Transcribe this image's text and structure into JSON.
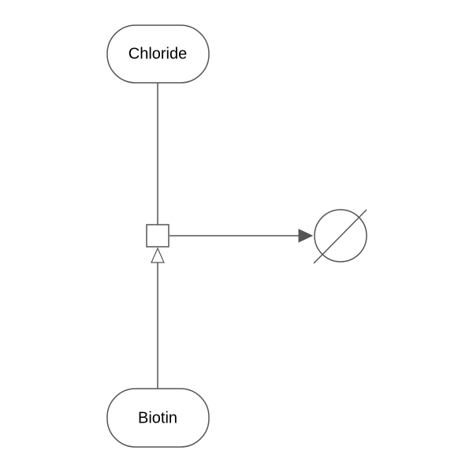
{
  "colors": {
    "background": "#ffffff",
    "stroke": "#555555",
    "arrowhead_fill": "#555555",
    "node_fill": "#ffffff",
    "label": "#000000"
  },
  "nodes": {
    "top": {
      "label": "Chloride",
      "shape": "macromolecule-pill"
    },
    "bottom": {
      "label": "Biotin",
      "shape": "macromolecule-pill"
    },
    "process": {
      "shape": "process-square"
    },
    "sink": {
      "shape": "source-sink-empty-set-icon"
    }
  },
  "edges": [
    {
      "from": "top",
      "to": "process",
      "type": "consumption"
    },
    {
      "from": "bottom",
      "to": "process",
      "type": "stimulation",
      "arrowhead": "open-triangle"
    },
    {
      "from": "process",
      "to": "sink",
      "type": "production",
      "arrowhead": "filled-triangle"
    }
  ]
}
